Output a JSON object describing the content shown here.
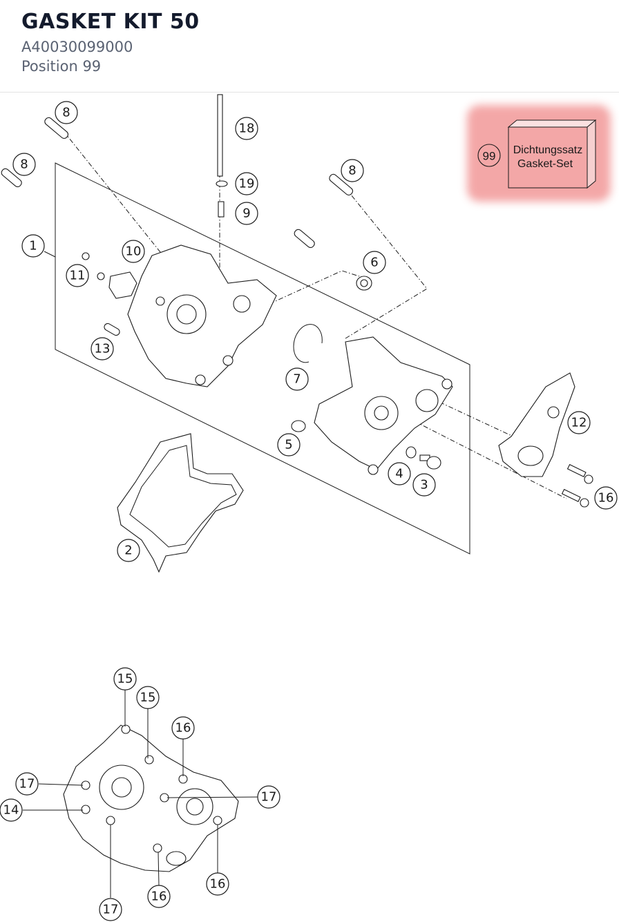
{
  "header": {
    "title": "GASKET KIT 50",
    "part_number": "A40030099000",
    "position": "Position 99"
  },
  "highlight": {
    "number": "99",
    "label_line1": "Dichtungssatz",
    "label_line2": "Gasket-Set",
    "color": "#f08a8a"
  },
  "callouts": [
    "8",
    "8",
    "18",
    "19",
    "9",
    "8",
    "1",
    "10",
    "11",
    "6",
    "13",
    "7",
    "12",
    "5",
    "4",
    "3",
    "16",
    "2",
    "15",
    "15",
    "16",
    "17",
    "17",
    "14",
    "16",
    "16",
    "17"
  ]
}
